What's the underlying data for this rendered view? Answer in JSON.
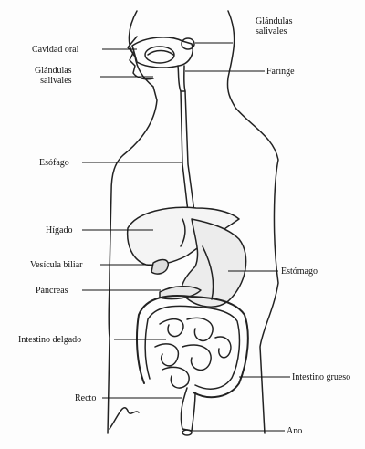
{
  "labels": {
    "cavidad_oral": "Cavidad oral",
    "glandulas_top": "Glándulas\nsalivales",
    "glandulas_left": "Glándulas\nsalivales",
    "faringe": "Faringe",
    "esofago": "Esófago",
    "higado": "Hígado",
    "vesicula": "Vesícula biliar",
    "estomago": "Estómago",
    "pancreas": "Páncreas",
    "intestino_delgado": "Intestino delgado",
    "intestino_grueso": "Intestino grueso",
    "recto": "Recto",
    "ano": "Ano"
  }
}
